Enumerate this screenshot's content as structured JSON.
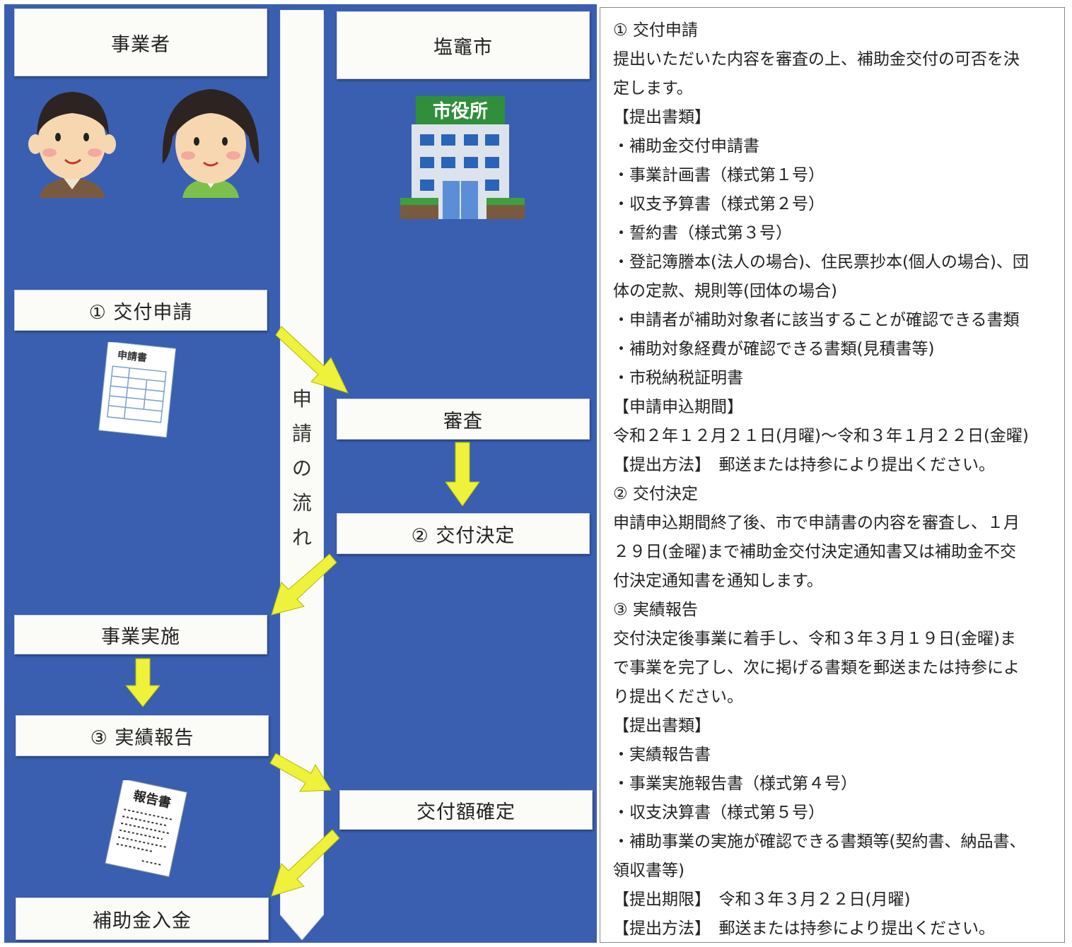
{
  "left": {
    "actor_business": "事業者",
    "actor_city": "塩竈市",
    "city_hall_sign": "市役所",
    "document_application_title": "申請書",
    "document_report_title": "報告書",
    "steps": {
      "apply": "① 交付申請",
      "review": "審査",
      "decision": "② 交付決定",
      "implement": "事業実施",
      "report": "③ 実績報告",
      "confirm": "交付額確定",
      "payment": "補助金入金"
    },
    "flow_label": [
      "申",
      "請",
      "の",
      "流",
      "れ"
    ]
  },
  "right": {
    "lines": [
      "① 交付申請",
      "提出いただいた内容を審査の上、補助金交付の可否を決",
      "定します。",
      "【提出書類】",
      "・補助金交付申請書",
      "・事業計画書（様式第１号）",
      "・収支予算書（様式第２号）",
      "・誓約書（様式第３号）",
      "・登記簿謄本(法人の場合)、住民票抄本(個人の場合)、団",
      "体の定款、規則等(団体の場合)",
      "・申請者が補助対象者に該当することが確認できる書類",
      "・補助対象経費が確認できる書類(見積書等)",
      "・市税納税証明書",
      "【申請申込期間】",
      "令和２年１２月２１日(月曜)～令和３年１月２２日(金曜)",
      "【提出方法】　郵送または持参により提出ください。",
      "② 交付決定",
      "申請申込期間終了後、市で申請書の内容を審査し、１月",
      "２９日(金曜)まで補助金交付決定通知書又は補助金不交",
      "付決定通知書を通知します。",
      "③ 実績報告",
      "交付決定後事業に着手し、令和３年３月１９日(金曜)ま",
      "で事業を完了し、次に掲げる書類を郵送または持参によ",
      "り提出ください。",
      "【提出書類】",
      "・実績報告書",
      "・事業実施報告書（様式第４号）",
      "・収支決算書（様式第５号）",
      "・補助事業の実施が確認できる書類等(契約書、納品書、",
      "領収書等)",
      "【提出期限】　令和３年３月２２日(月曜)",
      "【提出方法】　郵送または持参により提出ください。"
    ]
  },
  "colors": {
    "panel_blue": "#3a5fb0",
    "arrow_yellow": "#eef23a",
    "box_fill": "#fbfbf8",
    "building_green": "#2f8f3a"
  }
}
